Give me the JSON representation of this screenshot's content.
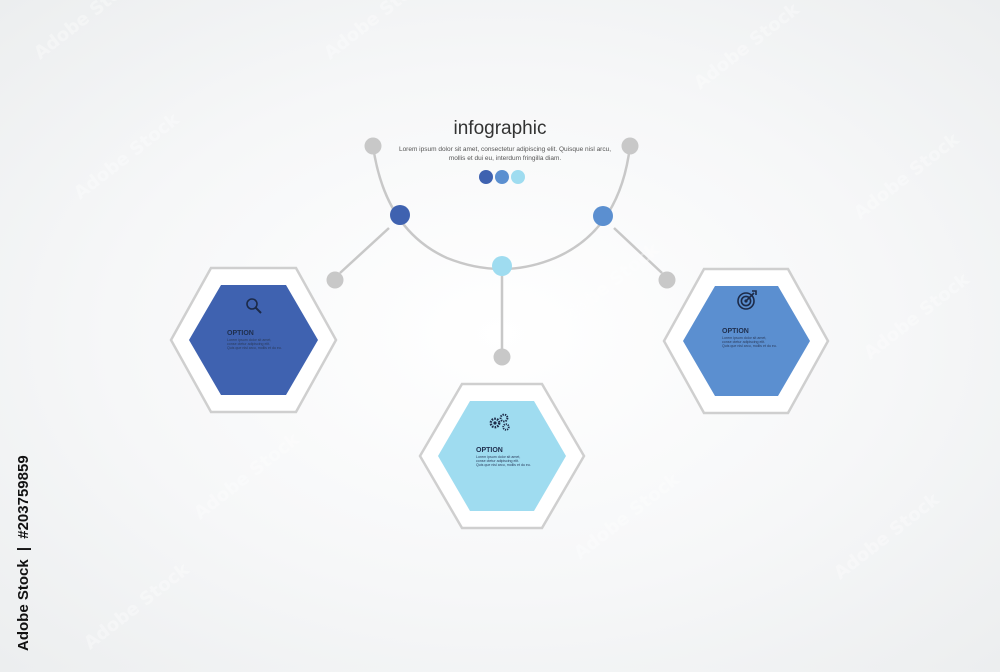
{
  "header": {
    "title": "infographic",
    "subtitle_line1": "Lorem ipsum dolor sit amet, consectetur adipiscing elit. Quisque nisl arcu,",
    "subtitle_line2": "mollis et dui eu, interdum fringilla diam."
  },
  "colors": {
    "dark_blue": "#3f62b0",
    "mid_blue": "#5b8fd0",
    "light_blue": "#9fdcf0",
    "connector_gray": "#c8c8c8"
  },
  "options": [
    {
      "icon": "magnifier-icon",
      "label": "OPTION",
      "lines": [
        "Lorem ipsum dolor sit amet,",
        "conse ctetur adipiscing elit.",
        "Quis que nisl arcu, mollis et du eu."
      ]
    },
    {
      "icon": "gears-icon",
      "label": "OPTION",
      "lines": [
        "Lorem ipsum dolor sit amet,",
        "conse ctetur adipiscing elit.",
        "Quis que nisl arcu, mollis et du eu."
      ]
    },
    {
      "icon": "target-icon",
      "label": "OPTION",
      "lines": [
        "Lorem ipsum dolor sit amet,",
        "conse ctetur adipiscing elit.",
        "Quis que nisl arcu, mollis et du eu."
      ]
    }
  ],
  "watermark": {
    "brand": "Adobe Stock",
    "separator": "|",
    "id_number": "#203759859",
    "tile_text": "Adobe Stock"
  }
}
